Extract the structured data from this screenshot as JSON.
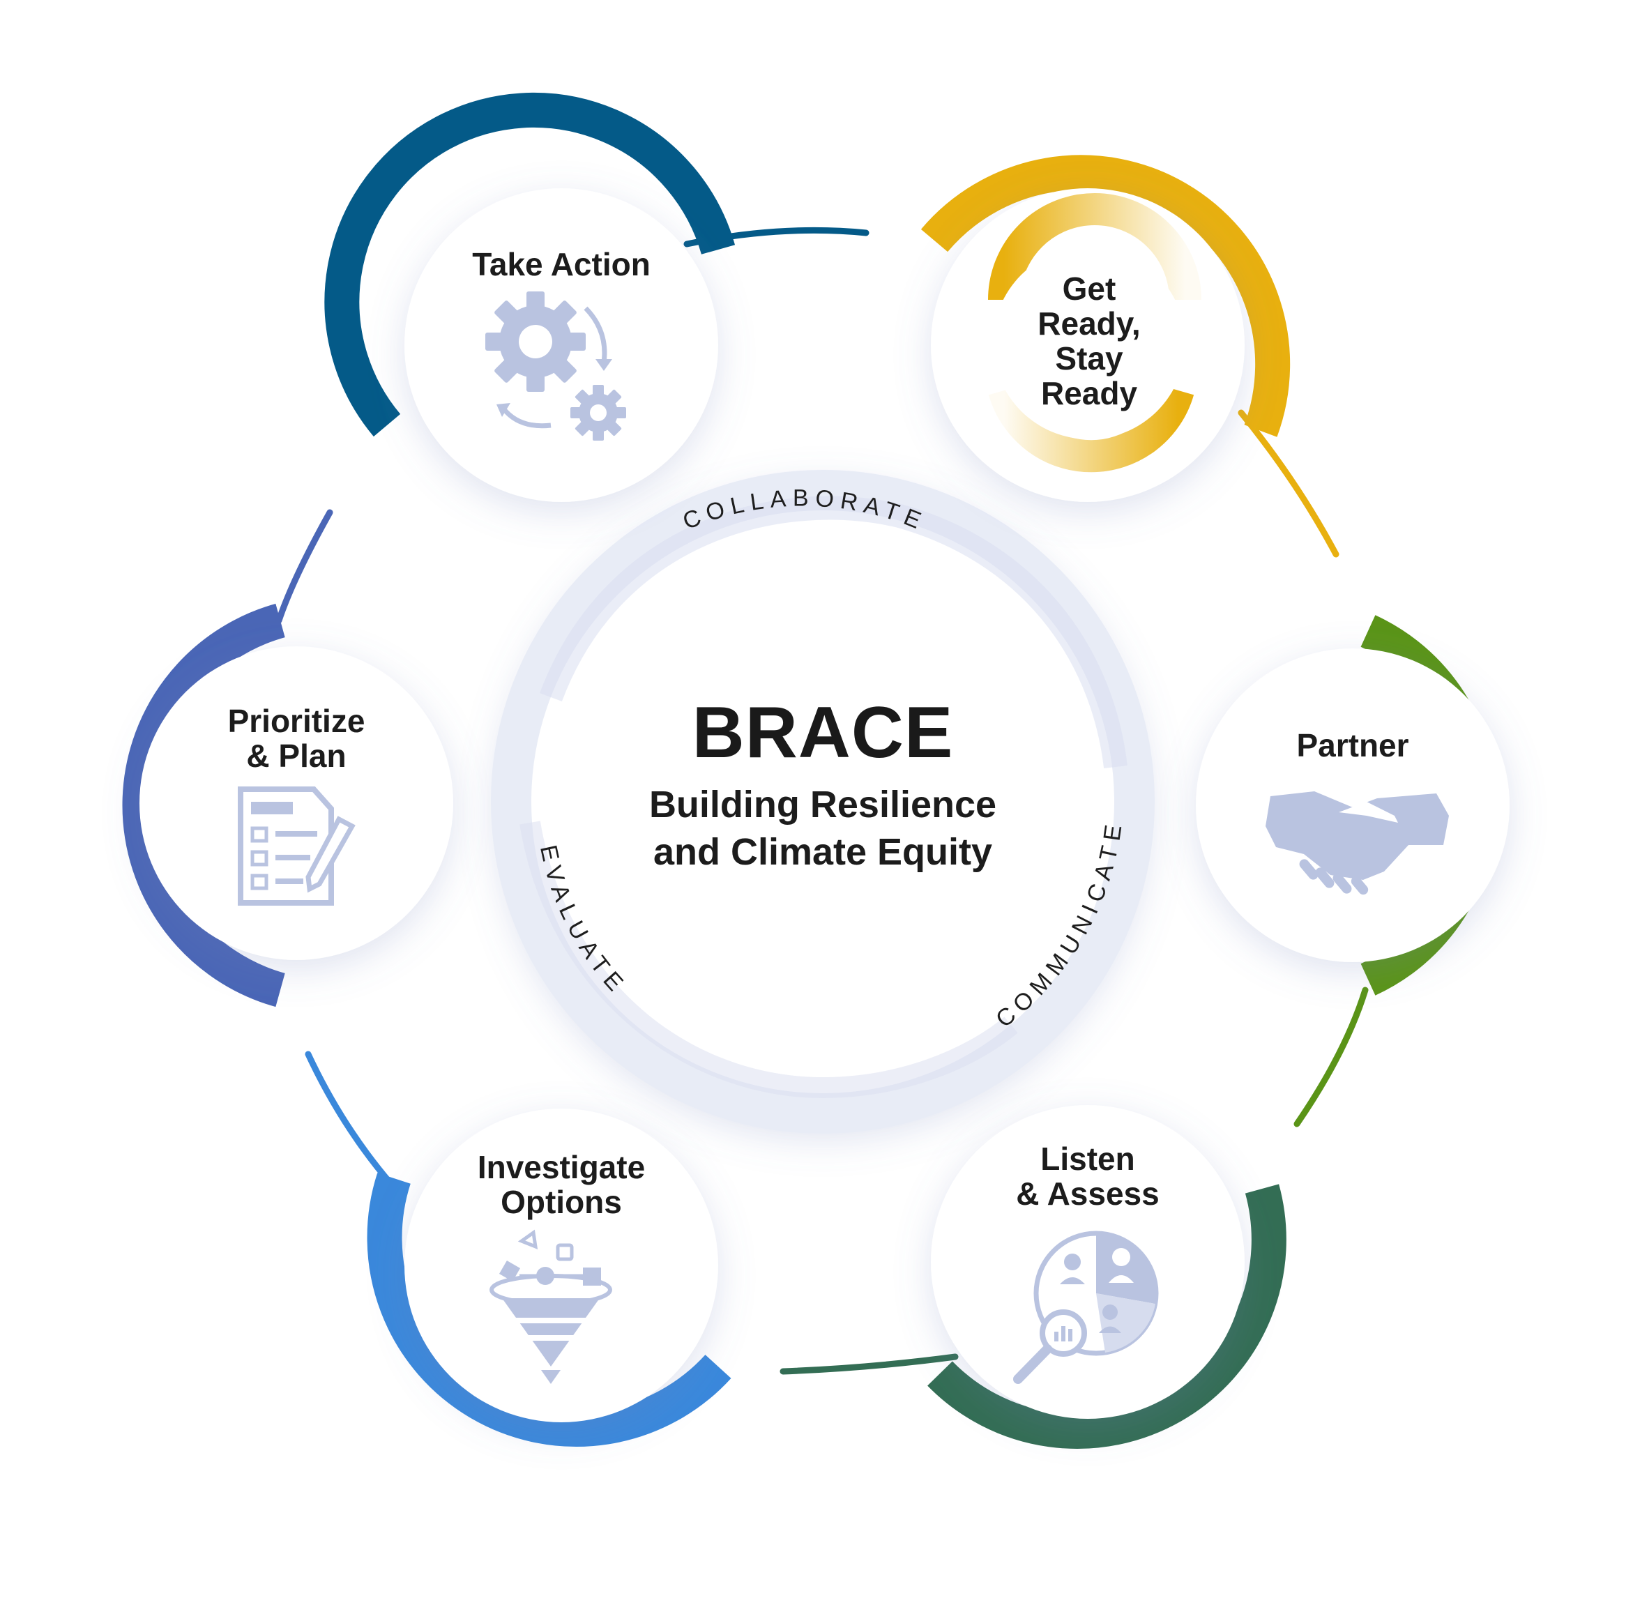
{
  "colors": {
    "take_action": "#045a88",
    "get_ready": "#e8b00f",
    "partner": "#5a9417",
    "listen_assess": "#336d54",
    "investigate": "#3a88db",
    "prioritize": "#4a66b6",
    "icon_fill": "#b9c3e0",
    "ring": "#e8ecf6"
  },
  "center": {
    "title": "BRACE",
    "subtitle_line1": "Building Resilience",
    "subtitle_line2": "and Climate Equity"
  },
  "ring_words": {
    "top": "COLLABORATE",
    "left": "EVALUATE",
    "right": "COMMUNICATE"
  },
  "nodes": {
    "take_action": {
      "line1": "Take Action",
      "icon": "gears-cycle-icon"
    },
    "get_ready": {
      "line1": "Get",
      "line2": "Ready,",
      "line3": "Stay",
      "line4": "Ready",
      "icon": "swirl-ring-icon"
    },
    "partner": {
      "line1": "Partner",
      "icon": "handshake-icon"
    },
    "listen_assess": {
      "line1": "Listen",
      "line2": "& Assess",
      "icon": "people-analysis-icon"
    },
    "investigate": {
      "line1": "Investigate",
      "line2": "Options",
      "icon": "funnel-icon"
    },
    "prioritize": {
      "line1": "Prioritize",
      "line2": "& Plan",
      "icon": "checklist-icon"
    }
  }
}
